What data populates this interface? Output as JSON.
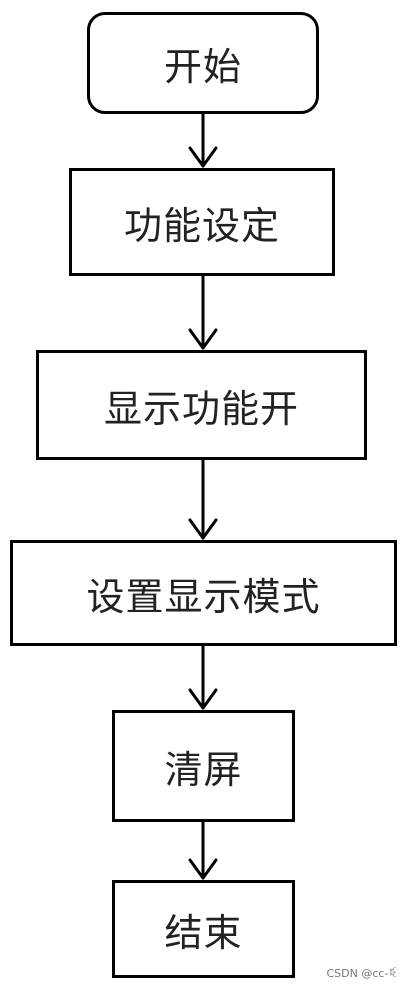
{
  "flowchart": {
    "nodes": [
      {
        "id": "start",
        "label": "开始",
        "shape": "rounded-rectangle"
      },
      {
        "id": "function-set",
        "label": "功能设定",
        "shape": "rectangle"
      },
      {
        "id": "display-on",
        "label": "显示功能开",
        "shape": "rectangle"
      },
      {
        "id": "display-mode",
        "label": "设置显示模式",
        "shape": "rectangle"
      },
      {
        "id": "clear-screen",
        "label": "清屏",
        "shape": "rectangle"
      },
      {
        "id": "end",
        "label": "结束",
        "shape": "rectangle"
      }
    ],
    "edges": [
      {
        "from": "start",
        "to": "function-set"
      },
      {
        "from": "function-set",
        "to": "display-on"
      },
      {
        "from": "display-on",
        "to": "display-mode"
      },
      {
        "from": "display-mode",
        "to": "clear-screen"
      },
      {
        "from": "clear-screen",
        "to": "end"
      }
    ]
  },
  "watermark": "CSDN @cc-ꀥ"
}
